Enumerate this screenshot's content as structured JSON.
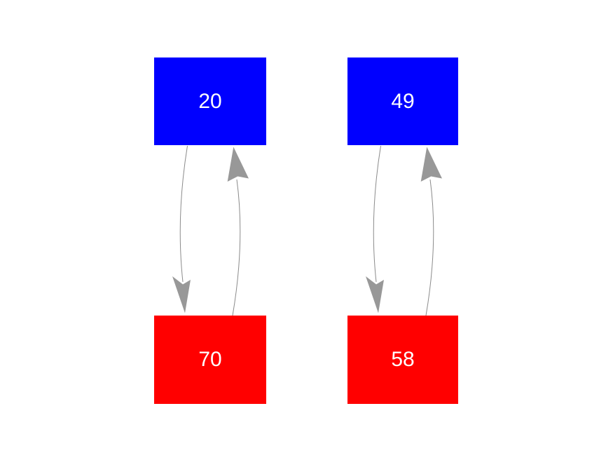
{
  "diagram": {
    "background_color": "#ffffff",
    "edge_line_color": "#8b8b8b",
    "arrowhead_color": "#989898",
    "node_text_color": "#ffffff",
    "node_colors": {
      "blue": "#0000ff",
      "red": "#ff0000"
    },
    "nodes": [
      {
        "id": "top-left",
        "label": "20",
        "color": "blue"
      },
      {
        "id": "bottom-left",
        "label": "70",
        "color": "red"
      },
      {
        "id": "top-right",
        "label": "49",
        "color": "blue"
      },
      {
        "id": "bottom-right",
        "label": "58",
        "color": "red"
      }
    ],
    "edges": [
      {
        "from": "20",
        "to": "70",
        "direction": "down"
      },
      {
        "from": "70",
        "to": "20",
        "direction": "up"
      },
      {
        "from": "49",
        "to": "58",
        "direction": "down"
      },
      {
        "from": "58",
        "to": "49",
        "direction": "up"
      }
    ]
  }
}
